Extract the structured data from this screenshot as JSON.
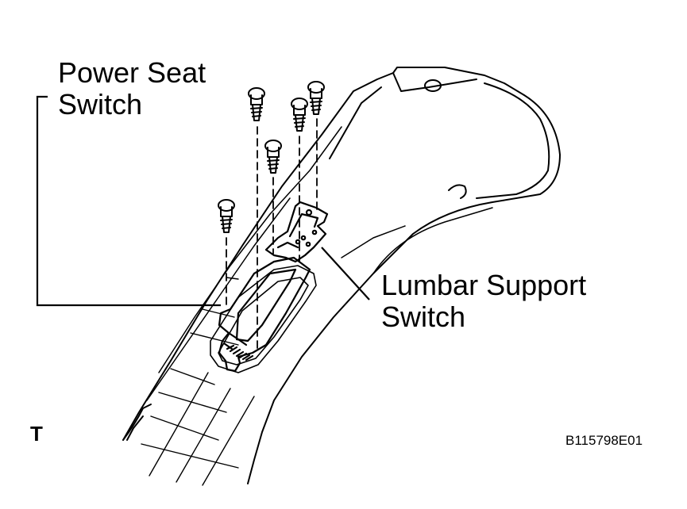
{
  "callouts": {
    "power_seat_switch": [
      "Power Seat",
      "Switch"
    ],
    "lumbar_support_switch": [
      "Lumbar Support",
      "Switch"
    ]
  },
  "corner_mark": "T",
  "figure_code": "B115798E01"
}
